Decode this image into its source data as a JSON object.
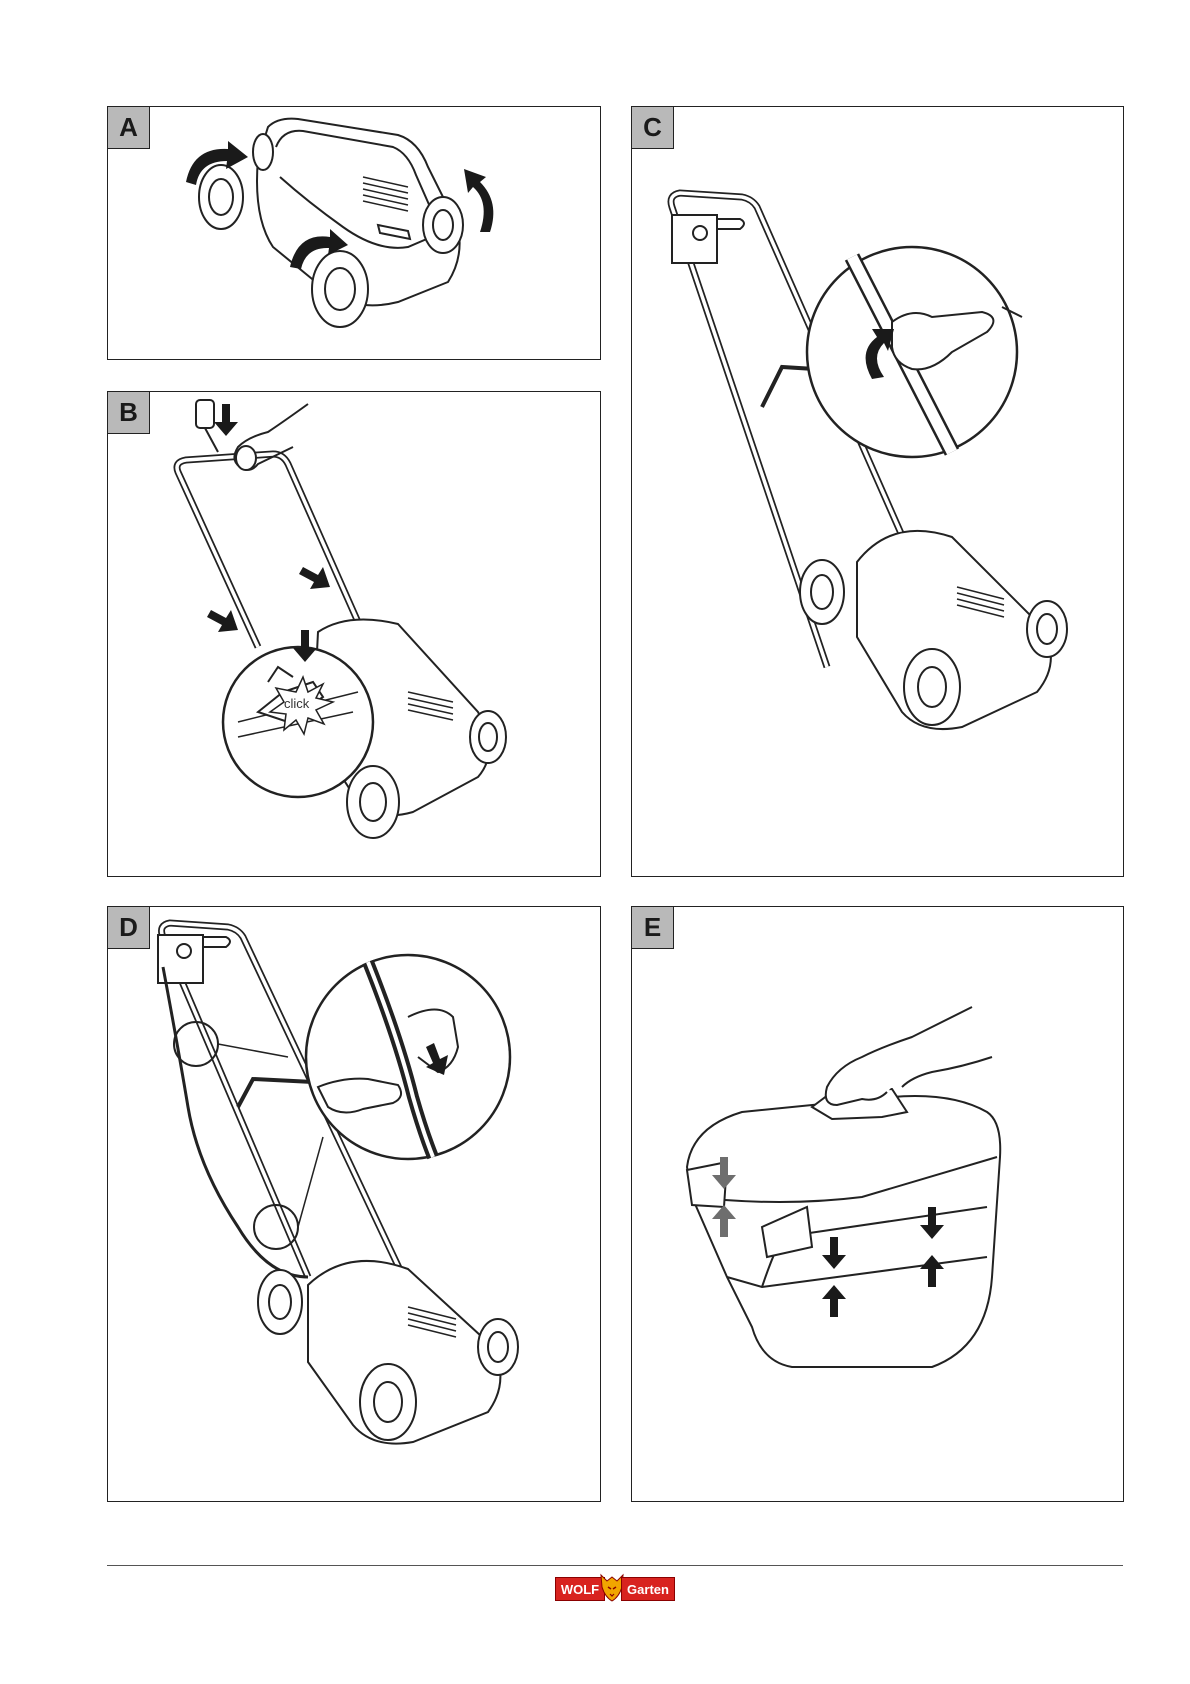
{
  "panels": [
    {
      "label": "A"
    },
    {
      "label": "B",
      "callout_text": "click"
    },
    {
      "label": "C"
    },
    {
      "label": "D"
    },
    {
      "label": "E"
    }
  ],
  "footer": {
    "logo_left": "WOLF",
    "logo_right": "Garten",
    "logo_color": "#d8231f",
    "logo_icon": "fox-head-icon"
  },
  "colors": {
    "panel_label_bg": "#b9b9b9",
    "line": "#222222",
    "arrow_dark": "#1a1a1a",
    "arrow_grey": "#6e6e6e"
  }
}
